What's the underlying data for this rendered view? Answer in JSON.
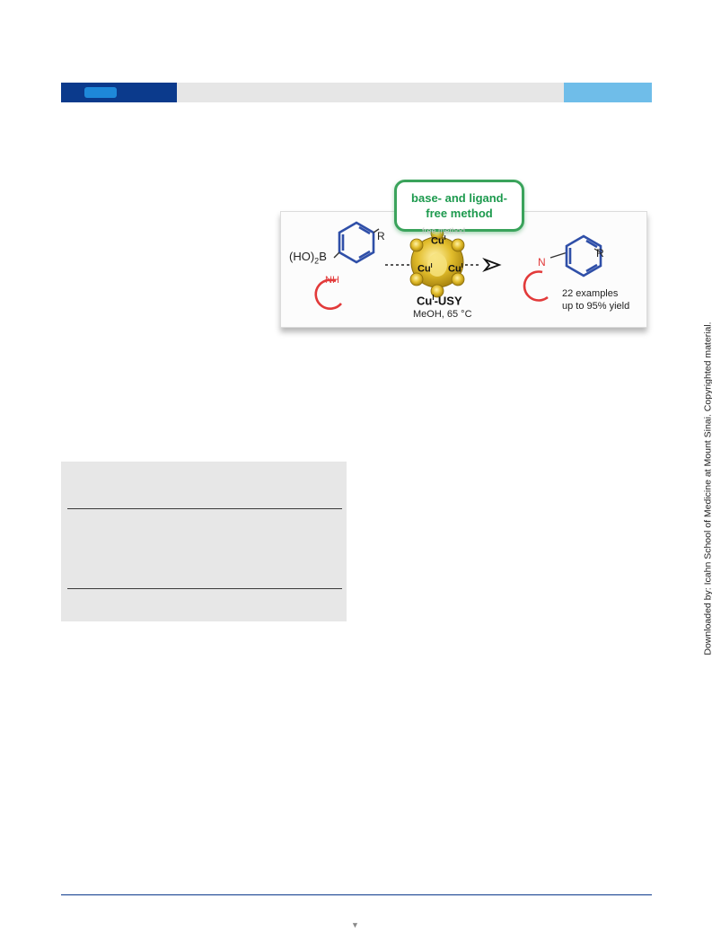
{
  "header": {
    "colors": {
      "dark": "#0b3a8c",
      "pill": "#1e88d9",
      "light": "#6fbde9",
      "band": "#e6e6e6"
    }
  },
  "toc_graphic": {
    "callout": "base- and ligand-\nfree method",
    "callout_ghost": "free method",
    "reagent_prefix": "(HO)",
    "reagent_sub": "2",
    "reagent_suffix": "B",
    "substituent_left": "R",
    "amine_label": "NH",
    "catalyst_sites": [
      "Cu",
      "Cu",
      "Cu"
    ],
    "catalyst_site_ox": "I",
    "catalyst_name_prefix": "Cu",
    "catalyst_name_sup": "I",
    "catalyst_name_suffix": "-USY",
    "conditions": "MeOH, 65 °C",
    "product_n": "N",
    "substituent_right": "R",
    "examples": "22 examples",
    "yield": "up to 95% yield",
    "colors": {
      "green": "#1d9a4e",
      "blue": "#2f4fa8",
      "red": "#e23a3a",
      "gold": "#d7b21f"
    }
  },
  "side_note": "Downloaded by: Icahn School of Medicine at Mount Sinai. Copyrighted material.",
  "footer": {
    "arrow_icon": "down-triangle-icon"
  }
}
